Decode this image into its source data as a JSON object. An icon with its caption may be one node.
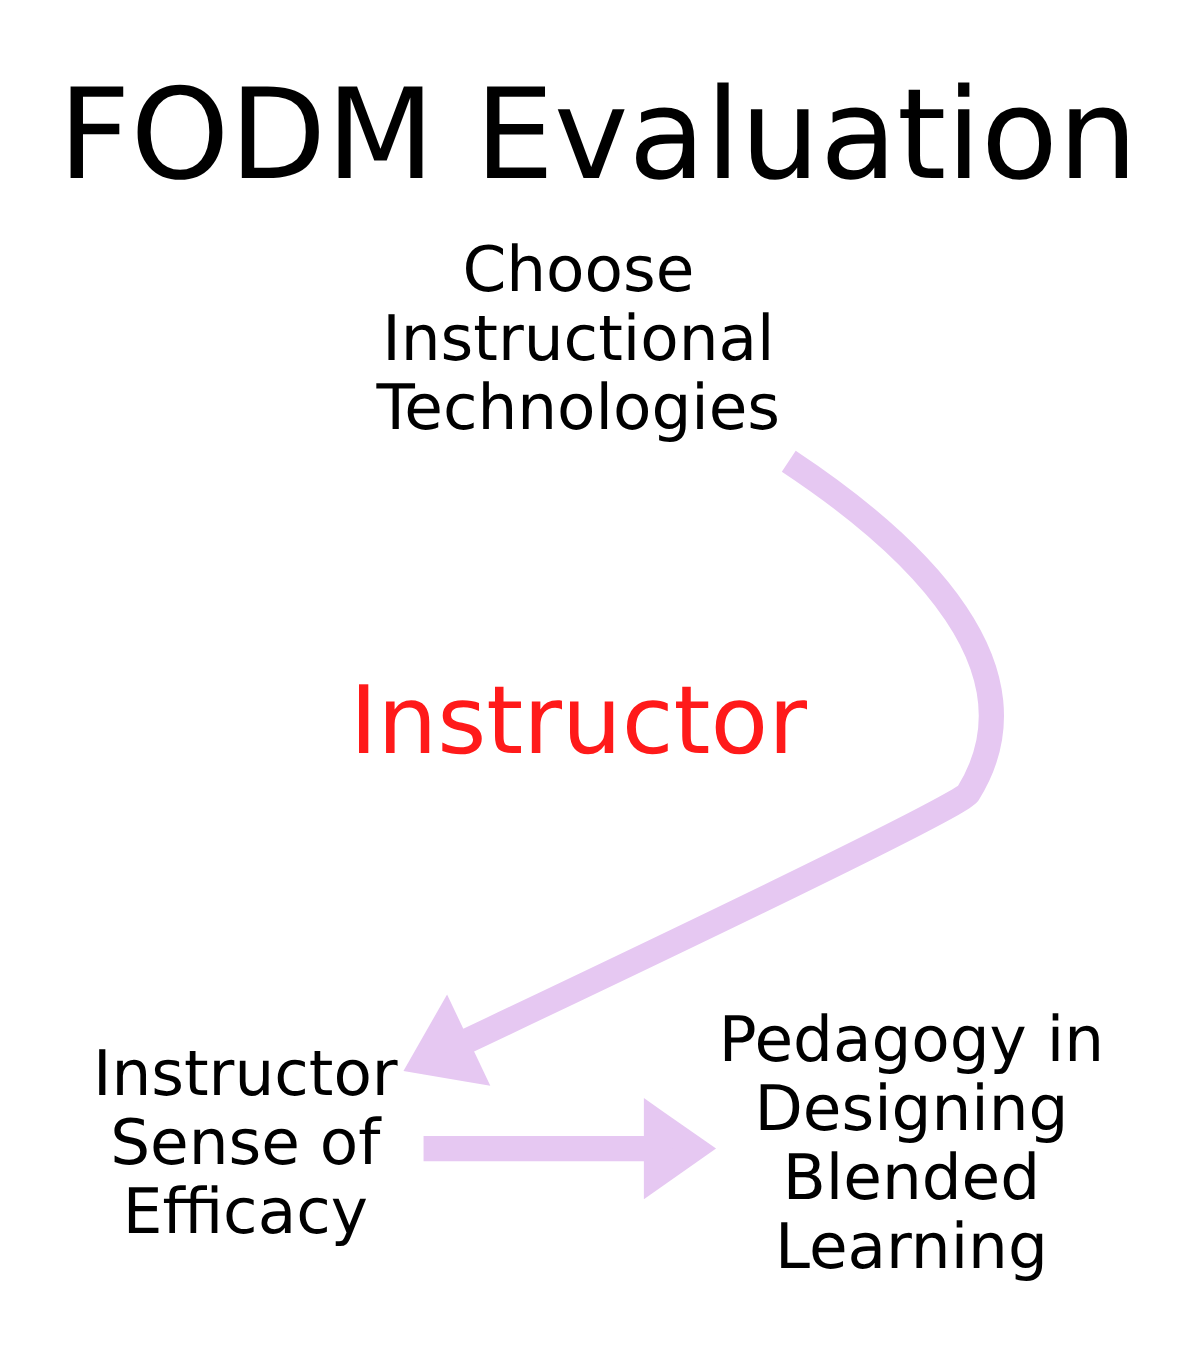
{
  "diagram": {
    "title": "FODM Evaluation",
    "nodes": [
      {
        "text": [
          "Instructor"
        ]
      },
      {
        "text": [
          "Choose Instructional Technologies"
        ]
      },
      {
        "text": [
          "Instructor Sense of Efficacy"
        ]
      },
      {
        "text": [
          "Pedagogy in Designing Blended Learning"
        ]
      }
    ],
    "edges": [
      {
        "from": 1,
        "to": 2,
        "arrow": "to"
      },
      {
        "from": 2,
        "to": 3,
        "arrow": "to"
      }
    ]
  }
}
